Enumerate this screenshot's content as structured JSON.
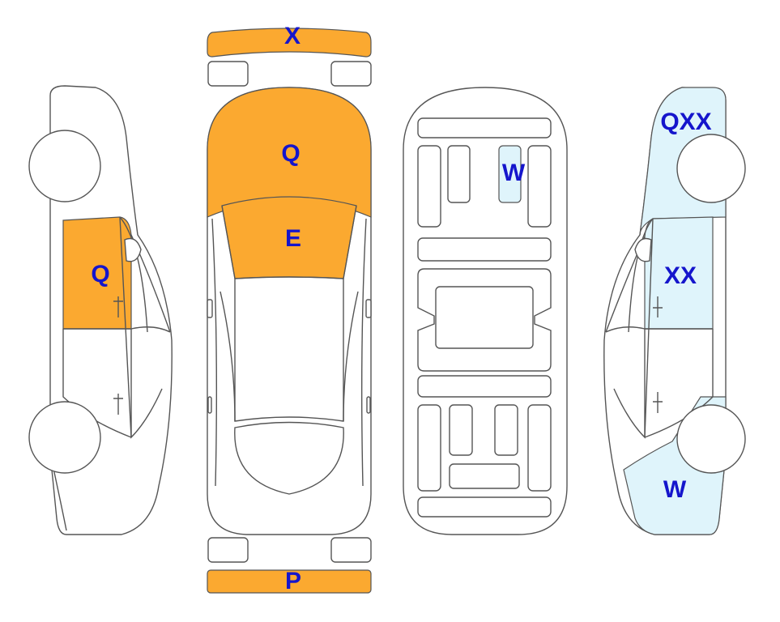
{
  "colors": {
    "painted": "#FBA930",
    "light_blue": "#DFF4FB",
    "label": "#1515CC",
    "outline": "#555555"
  },
  "regions": {
    "front_bumper": {
      "label": "X",
      "fill": "painted"
    },
    "hood": {
      "label": "Q",
      "fill": "painted"
    },
    "windshield": {
      "label": "E",
      "fill": "painted"
    },
    "rear_bumper": {
      "label": "P",
      "fill": "painted"
    },
    "left_front_door": {
      "label": "Q",
      "fill": "painted"
    },
    "underbody_panel": {
      "label": "W",
      "fill": "light_blue"
    },
    "right_front_fender": {
      "label": "QXX",
      "fill": "light_blue"
    },
    "right_front_door": {
      "label": "XX",
      "fill": "light_blue"
    },
    "right_rear_quarter": {
      "label": "W",
      "fill": "light_blue"
    }
  }
}
